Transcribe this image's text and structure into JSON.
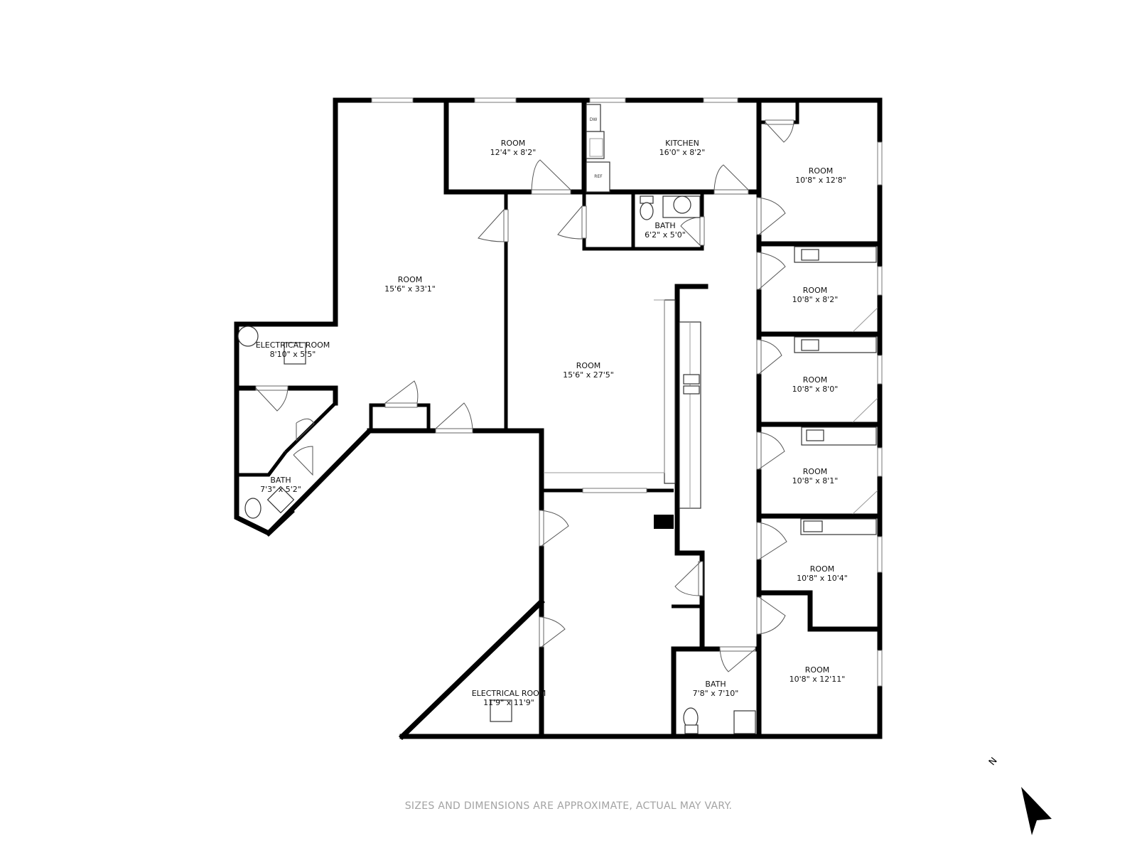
{
  "floor_plan": {
    "rooms": [
      {
        "id": "room-top",
        "name": "ROOM",
        "dims": "12'4\" x 8'2\""
      },
      {
        "id": "kitchen",
        "name": "KITCHEN",
        "dims": "16'0\" x 8'2\""
      },
      {
        "id": "room-ne",
        "name": "ROOM",
        "dims": "10'8\" x 12'8\""
      },
      {
        "id": "bath-small",
        "name": "BATH",
        "dims": "6'2\" x 5'0\""
      },
      {
        "id": "room-west",
        "name": "ROOM",
        "dims": "15'6\" x 33'1\""
      },
      {
        "id": "room-center",
        "name": "ROOM",
        "dims": "15'6\" x 27'5\""
      },
      {
        "id": "room-e1",
        "name": "ROOM",
        "dims": "10'8\" x 8'2\""
      },
      {
        "id": "room-e2",
        "name": "ROOM",
        "dims": "10'8\" x 8'0\""
      },
      {
        "id": "room-e3",
        "name": "ROOM",
        "dims": "10'8\" x 8'1\""
      },
      {
        "id": "room-e4",
        "name": "ROOM",
        "dims": "10'8\" x 10'4\""
      },
      {
        "id": "room-se",
        "name": "ROOM",
        "dims": "10'8\" x 12'11\""
      },
      {
        "id": "electrical-nw",
        "name": "ELECTRICAL ROOM",
        "dims": "8'10\" x 5'5\""
      },
      {
        "id": "bath-west",
        "name": "BATH",
        "dims": "7'3\" x 5'2\""
      },
      {
        "id": "electrical-s",
        "name": "ELECTRICAL ROOM",
        "dims": "11'9\" x 11'9\""
      },
      {
        "id": "bath-south",
        "name": "BATH",
        "dims": "7'8\" x 7'10\""
      }
    ],
    "fixtures": {
      "dishwasher": "DW",
      "refrigerator": "REF"
    },
    "compass": {
      "label": "N"
    },
    "disclaimer": "SIZES AND DIMENSIONS ARE APPROXIMATE, ACTUAL MAY VARY."
  }
}
